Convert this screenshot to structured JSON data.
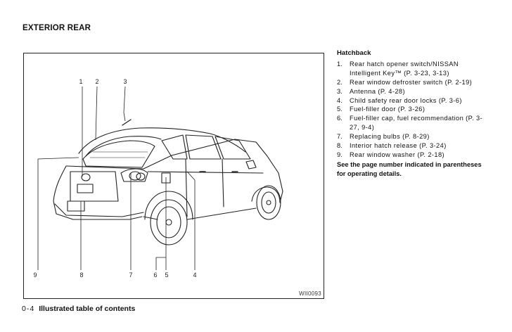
{
  "page": {
    "title": "EXTERIOR REAR",
    "footer_page": "0-4",
    "footer_chapter": "Illustrated table of contents"
  },
  "figure": {
    "id": "WII0093",
    "callouts_top": [
      "1",
      "2",
      "3"
    ],
    "callouts_bottom": [
      "9",
      "8",
      "7",
      "6",
      "5",
      "4"
    ]
  },
  "legend": {
    "heading": "Hatchback",
    "items": [
      {
        "num": "1.",
        "text": "Rear hatch opener switch/NISSAN Intelligent Key™ (P. 3-23, 3-13)"
      },
      {
        "num": "2.",
        "text": "Rear window defroster switch (P. 2-19)"
      },
      {
        "num": "3.",
        "text": "Antenna (P. 4-28)"
      },
      {
        "num": "4.",
        "text": "Child safety rear door locks (P. 3-6)"
      },
      {
        "num": "5.",
        "text": "Fuel-filler door (P. 3-26)"
      },
      {
        "num": "6.",
        "text": "Fuel-filler cap, fuel recommendation (P. 3-27, 9-4)"
      },
      {
        "num": "7.",
        "text": "Replacing bulbs (P. 8-29)"
      },
      {
        "num": "8.",
        "text": "Interior hatch release (P. 3-24)"
      },
      {
        "num": "9.",
        "text": "Rear window washer (P. 2-18)"
      }
    ],
    "note": "See the page number indicated in parentheses for operating details."
  }
}
